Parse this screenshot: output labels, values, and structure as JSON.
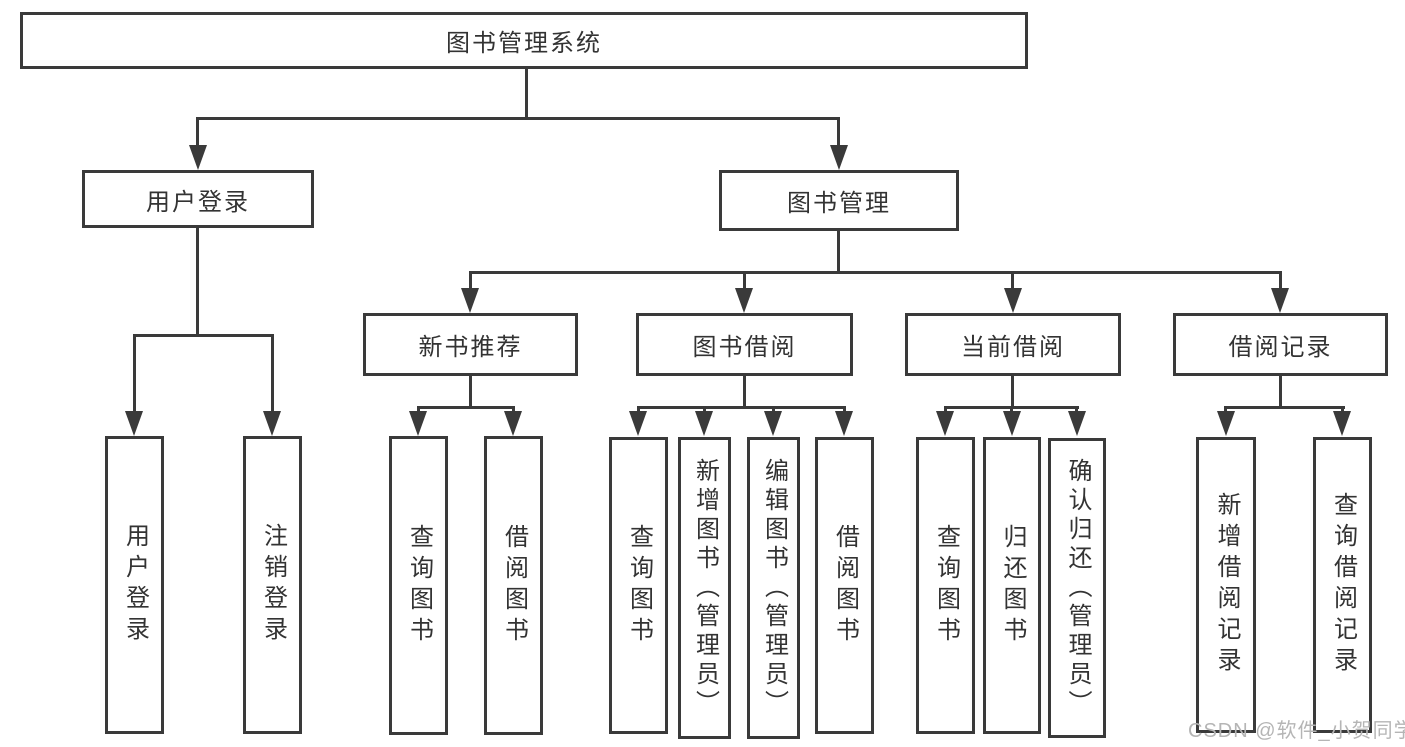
{
  "colors": {
    "line": "#3a3a3a",
    "border": "#3a3a3a",
    "text": "#333333",
    "background": "#ffffff",
    "watermark": "#b5b5b5"
  },
  "watermark": "CSDN @软件_小贺同学",
  "tree": {
    "root": "图书管理系统",
    "branches": [
      {
        "label": "用户登录",
        "leaves": [
          "用户登录",
          "注销登录"
        ]
      },
      {
        "label": "图书管理",
        "groups": [
          {
            "label": "新书推荐",
            "leaves": [
              "查询图书",
              "借阅图书"
            ]
          },
          {
            "label": "图书借阅",
            "leaves": [
              "查询图书",
              "新增图书（管理员）",
              "编辑图书（管理员）",
              "借阅图书"
            ]
          },
          {
            "label": "当前借阅",
            "leaves": [
              "查询图书",
              "归还图书",
              "确认归还（管理员）"
            ]
          },
          {
            "label": "借阅记录",
            "leaves": [
              "新增借阅记录",
              "查询借阅记录"
            ]
          }
        ]
      }
    ]
  }
}
